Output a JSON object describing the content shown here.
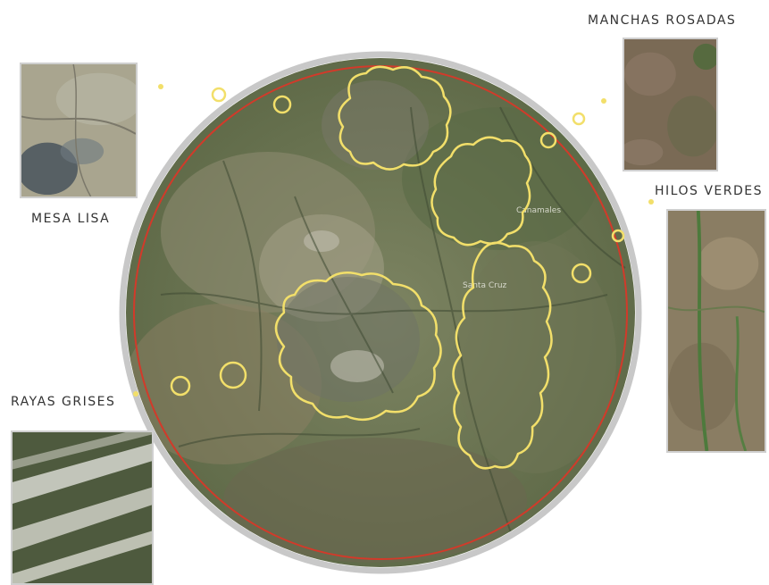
{
  "samples": [
    {
      "id": "mesa-lisa",
      "label": "MESA LISA"
    },
    {
      "id": "manchas-rosadas",
      "label": "MANCHAS ROSADAS"
    },
    {
      "id": "hilos-verdes",
      "label": "HILOS VERDES"
    },
    {
      "id": "rayas-grises",
      "label": "RAYAS GRISES"
    }
  ],
  "map": {
    "place_label_1": "Canamales",
    "place_label_2": "Santa Cruz"
  },
  "colors": {
    "boundary_outer": "#c8c8c8",
    "boundary_inner": "#d23a2a",
    "zones": "#f2df6a"
  }
}
